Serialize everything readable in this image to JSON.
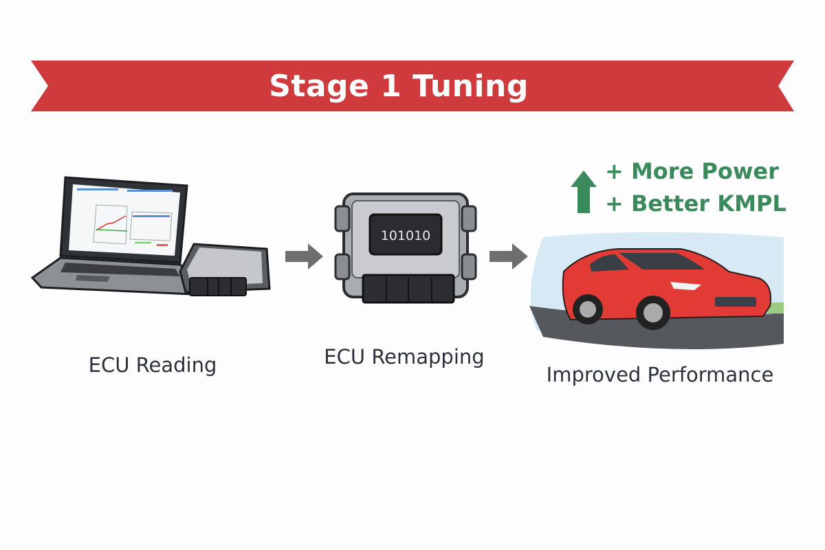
{
  "banner": {
    "title": "Stage 1 Tuning",
    "color": "#cf3a3c"
  },
  "steps": [
    {
      "label": "ECU Reading",
      "icon": "laptop-ecu-icon"
    },
    {
      "label": "ECU Remapping",
      "icon": "ecu-chip-icon",
      "chip_text": "101010"
    },
    {
      "label": "Improved Performance",
      "icon": "red-car-icon"
    }
  ],
  "benefits": [
    "+ More Power",
    "+ Better KMPL"
  ],
  "colors": {
    "accent_green": "#3a8a5c",
    "arrow_gray": "#6e6e6e",
    "car_red": "#e23b35"
  }
}
